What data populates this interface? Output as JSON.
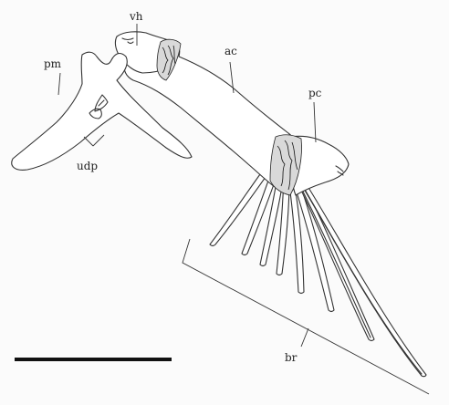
{
  "labels": {
    "vh": "vh",
    "pm": "pm",
    "udp": "udp",
    "ac": "ac",
    "pc": "pc",
    "br": "br"
  },
  "scale_bar": {
    "visible": true
  }
}
